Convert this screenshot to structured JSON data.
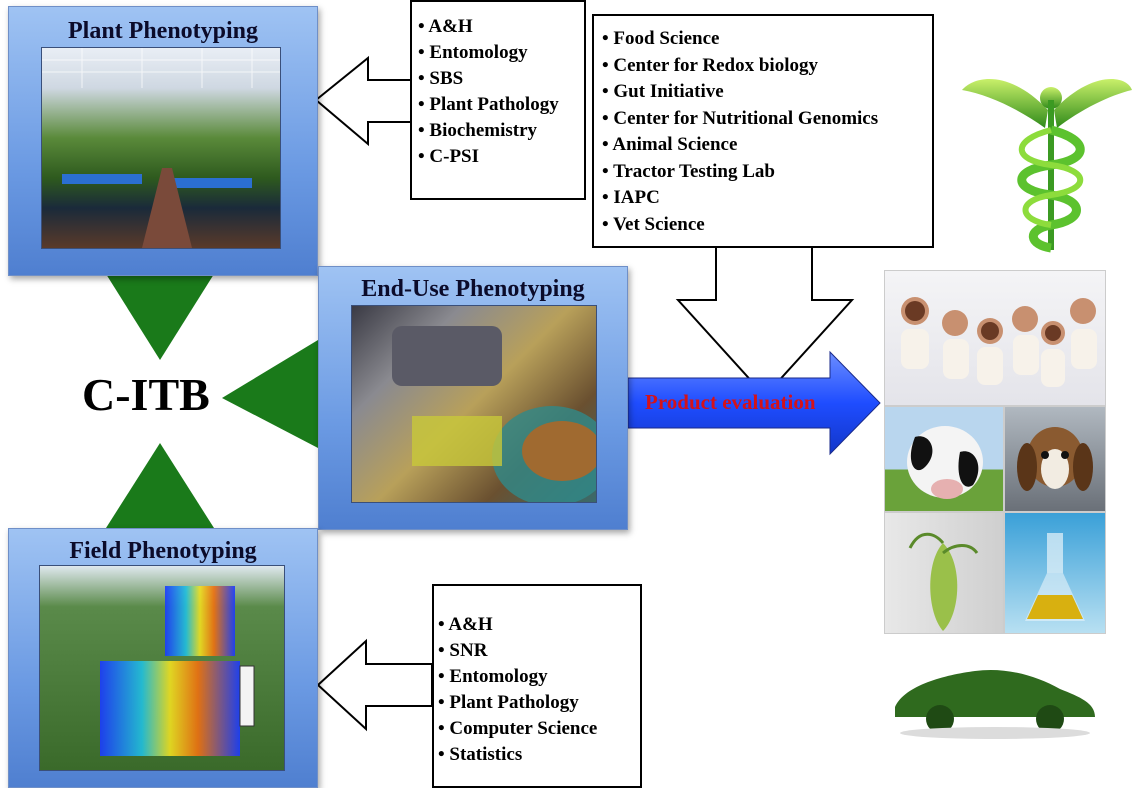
{
  "center": {
    "label": "C-ITB"
  },
  "plant_panel": {
    "title": "Plant Phenotyping"
  },
  "enduse_panel": {
    "title": "End-Use Phenotyping"
  },
  "field_panel": {
    "title": "Field Phenotyping"
  },
  "plant_list": [
    "A&H",
    "Entomology",
    "SBS",
    "Plant Pathology",
    "Biochemistry",
    "C-PSI"
  ],
  "enduse_list": [
    "Food Science",
    "Center for Redox biology",
    "Gut Initiative",
    "Center for Nutritional Genomics",
    "Animal Science",
    "Tractor Testing Lab",
    "IAPC",
    "Vet Science"
  ],
  "field_list": [
    "A&H",
    "SNR",
    "Entomology",
    "Plant Pathology",
    "Computer Science",
    "Statistics"
  ],
  "product_arrow": {
    "label": "Product evaluation"
  },
  "colors": {
    "triangle": "#1a7a1a",
    "panel_blue": "#6b9ae3",
    "product_arrow": "#2a5cff",
    "label_red": "#d4121a"
  },
  "icons": [
    "caduceus-icon",
    "babies-image",
    "cow-image",
    "puppy-image",
    "corn-image",
    "flask-image",
    "grass-car-image"
  ]
}
